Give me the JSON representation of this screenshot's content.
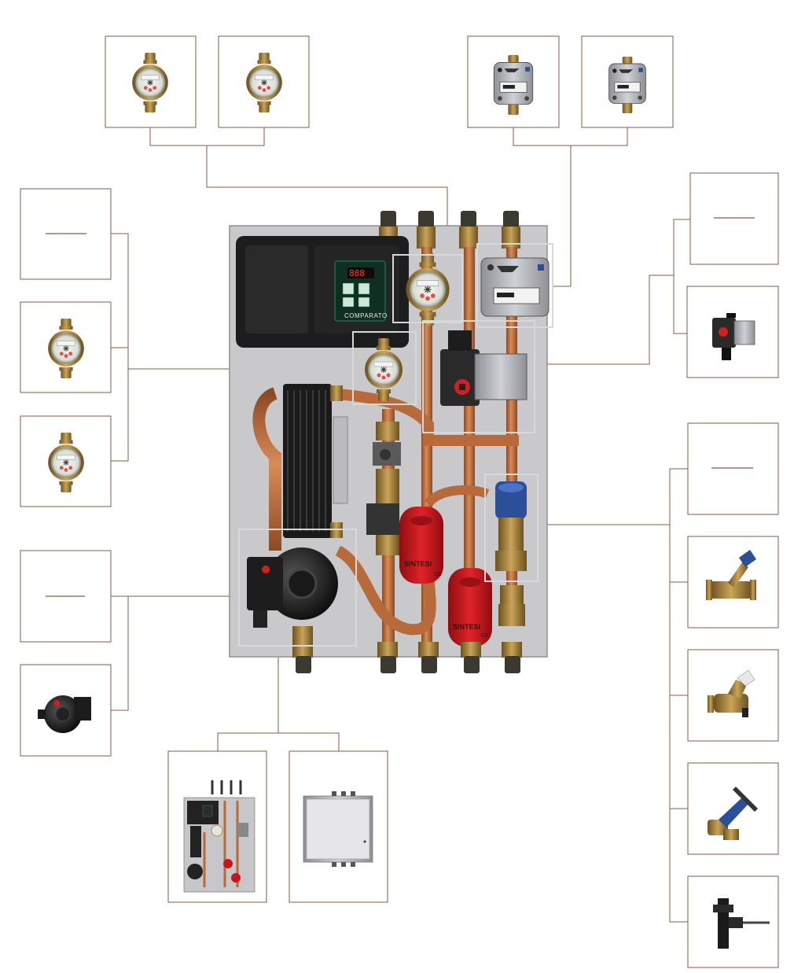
{
  "controller": {
    "display_value": "888",
    "brand": "COMPARATO"
  },
  "separator_brand": "SINTESI",
  "ce_mark": "CE",
  "colors": {
    "connector": "#8a5a44",
    "panel": "#c9c9cb",
    "copper": "#b86a3a",
    "red_component": "#c4161c",
    "highlight": "#d8d8d8"
  },
  "thumbnails": [
    {
      "icon": "water-meter"
    },
    {
      "icon": "water-meter"
    },
    {
      "icon": "heat-meter"
    },
    {
      "icon": "heat-meter"
    },
    {
      "icon": "blank"
    },
    {
      "icon": "circulation-pump"
    },
    {
      "icon": "blank"
    },
    {
      "icon": "balancing-valve"
    },
    {
      "icon": "pressure-valve"
    },
    {
      "icon": "flow-valve"
    },
    {
      "icon": "sensor-tee"
    },
    {
      "icon": "blank"
    },
    {
      "icon": "water-meter"
    },
    {
      "icon": "water-meter"
    },
    {
      "icon": "blank"
    },
    {
      "icon": "pump"
    },
    {
      "icon": "substation-open"
    },
    {
      "icon": "cabinet"
    }
  ]
}
